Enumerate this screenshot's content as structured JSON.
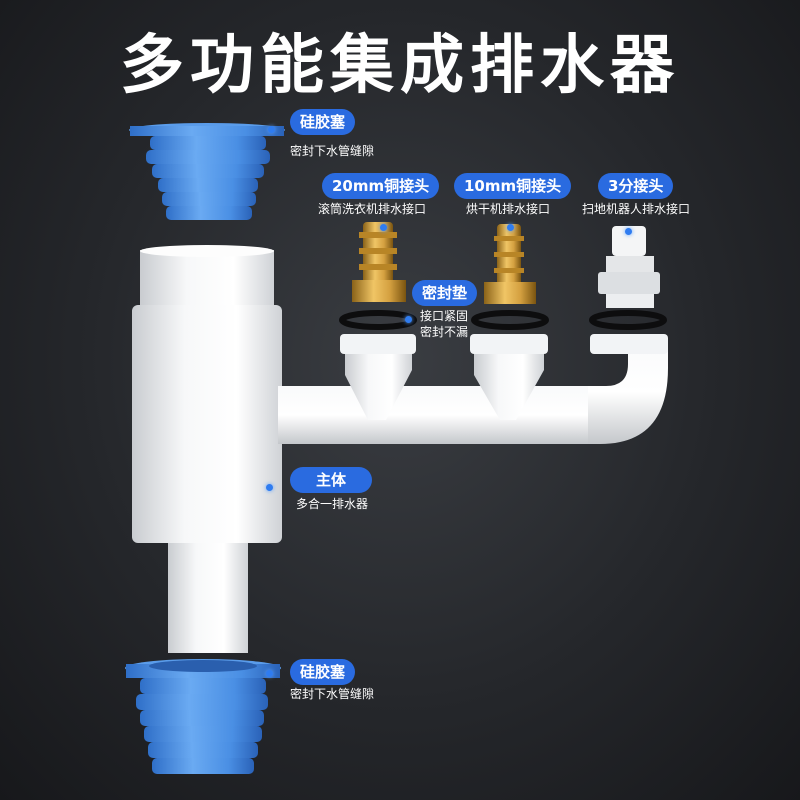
{
  "title": "多功能集成排水器",
  "callouts": {
    "seal_top": {
      "label": "硅胶塞",
      "note": "密封下水管缝隙"
    },
    "copper_20": {
      "label": "20mm铜接头",
      "note": "滚筒洗衣机排水接口"
    },
    "copper_10": {
      "label": "10mm铜接头",
      "note": "烘干机排水接口"
    },
    "fitting_3": {
      "label": "3分接头",
      "note": "扫地机器人排水接口"
    },
    "gasket": {
      "label": "密封垫",
      "note_line1": "接口紧固",
      "note_line2": "密封不漏"
    },
    "body": {
      "label": "主体",
      "note": "多合一排水器"
    },
    "seal_bottom": {
      "label": "硅胶塞",
      "note": "密封下水管缝隙"
    }
  },
  "colors": {
    "accent": "#2a6be0",
    "silicone_blue": "#4a90e8",
    "pvc_white": "#eef0f2",
    "brass": "#c9962e",
    "background": "#25272b"
  }
}
